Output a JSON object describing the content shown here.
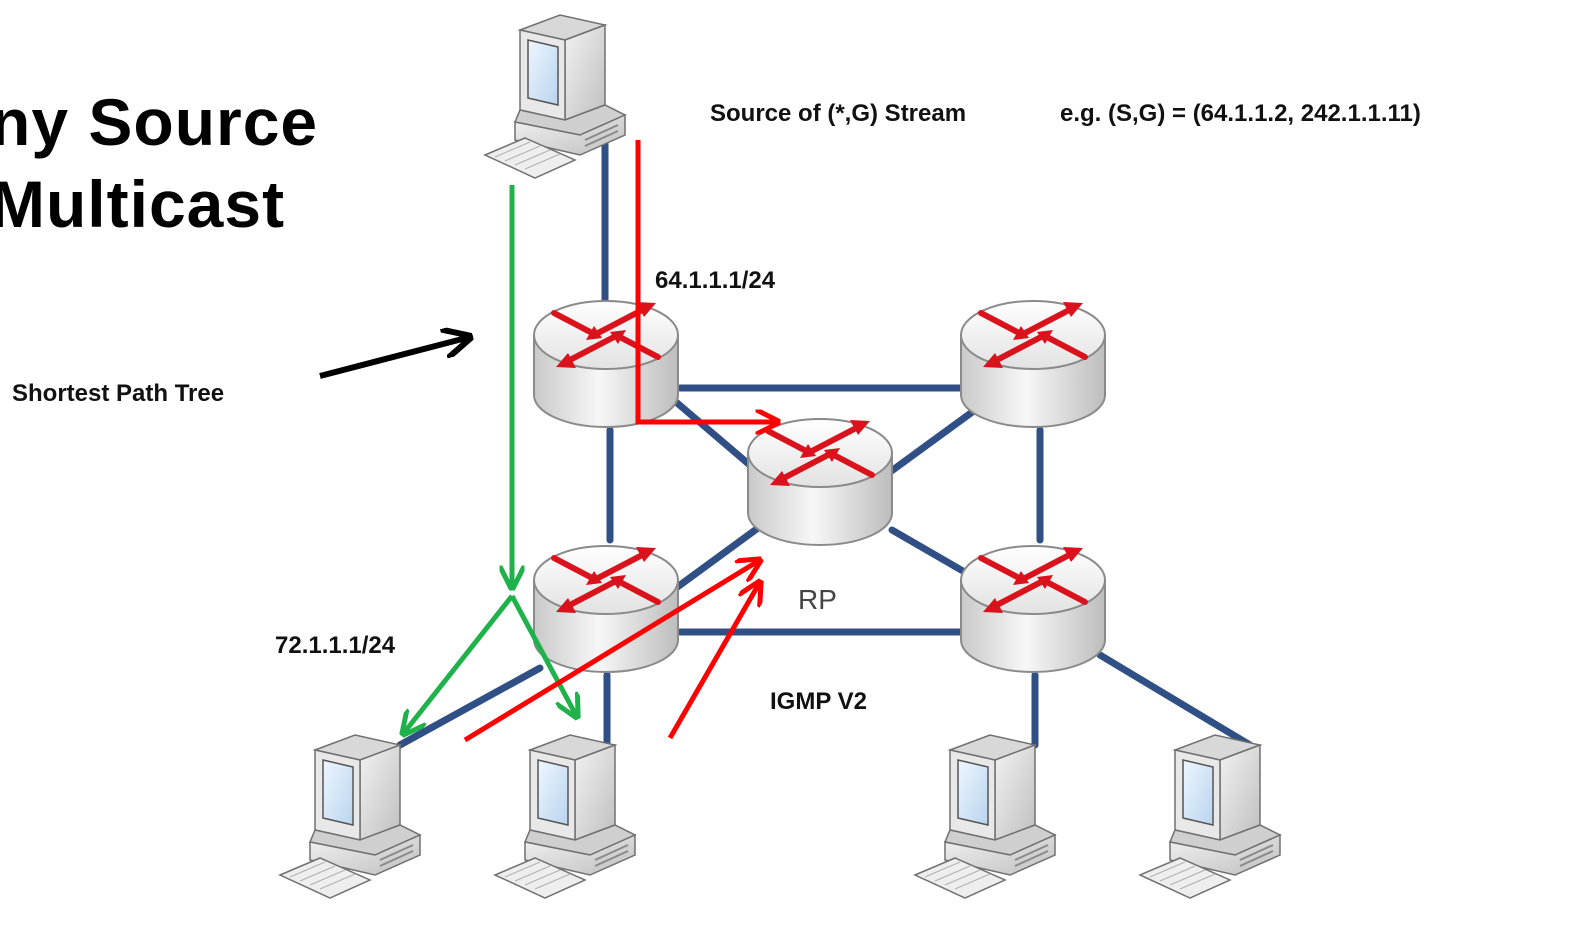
{
  "title": {
    "line1": "ny Source",
    "line2": "Multicast"
  },
  "labels": {
    "source_stream": "Source of (*,G) Stream",
    "example": "e.g. (S,G) = (64.1.1.2,  242.1.1.11)",
    "source_subnet": "64.1.1.1/24",
    "receiver_subnet": "72.1.1.1/24",
    "spt": "Shortest Path Tree",
    "igmp": "IGMP V2",
    "rp": "RP"
  },
  "colors": {
    "link": "#2f4f85",
    "spt_path": "#1fb24a",
    "shared_path": "#ff0000",
    "pointer": "#000000",
    "router_arrow": "#e0141c"
  },
  "icons": {
    "router": "router-icon",
    "computer": "computer-icon"
  }
}
